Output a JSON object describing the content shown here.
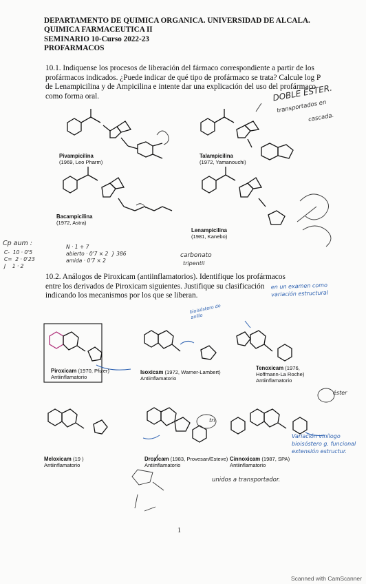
{
  "header": {
    "line1": "DEPARTAMENTO DE QUIMICA ORGANICA. UNIVERSIDAD DE ALCALA.",
    "line2": "QUIMICA FARMACEUTICA II",
    "line3": "SEMINARIO 10-Curso 2022-23",
    "line4": "PROFARMACOS"
  },
  "q1": {
    "text": "10.1. Indiquense los procesos de liberación del fármaco correspondiente a partir de los profármacos indicados. ¿Puede indicar de qué tipo de profármaco se trata? Calcule log P de Lenampicilina y de Ampicilina e intente dar una explicación del uso del profármaco como forma oral.",
    "compounds": [
      {
        "name": "Pivampicilina",
        "info": "(1969, Leo Pharm)"
      },
      {
        "name": "Talampicilina",
        "info": "(1972, Yamanouchi)"
      },
      {
        "name": "Bacampicilina",
        "info": "(1972, Astra)"
      },
      {
        "name": "Lenampicilina",
        "info": "(1981, Kanebo)"
      }
    ]
  },
  "q2": {
    "text": "10.2. Análogos de Piroxicam (antiinflamatorios). Identifique los profármacos entre los derivados de Piroxicam siguientes. Justifique su clasificación indicando los mecanismos por los que se liberan.",
    "compounds": [
      {
        "name": "Piroxicam",
        "info": "(1970, Pfizer)",
        "sub": "Antiinflamatorio"
      },
      {
        "name": "Isoxicam",
        "info": "(1972, Warner-Lambert)",
        "sub": "Antiinflamatorio"
      },
      {
        "name": "Tenoxicam",
        "info": "(1976,",
        "info2": "Hoffmann-La Roche)",
        "sub": "Antiinflamatorio"
      },
      {
        "name": "Meloxicam",
        "info": "(19 )",
        "sub": "Antiinflamatorio"
      },
      {
        "name": "Droxicam",
        "info": "(1983, Provesan/Esteve)",
        "sub": "Antiinflamatorio"
      },
      {
        "name": "Cinnoxicam",
        "info": "(1987, SPA)",
        "sub": "Antiinflamatorio"
      }
    ]
  },
  "handwriting": {
    "doble_ester": "DOBLE ÉSTER.",
    "transport1": "transportados en",
    "transport2": "cascada.",
    "cpa": "Cp aum :",
    "carbonato": "carbonato",
    "tripenil": "tripentil",
    "en_examen1": "en un examen como",
    "en_examen2": "variación estructural",
    "bioisostero": "bioisóstero de anillo",
    "variacion_vinilogo1": "Variación vinílogo",
    "variacion_vinilogo2": "bioisóstero g. funcional",
    "variacion_vinilogo3": "extensión estructur.",
    "unidos": "unidos a transportador.",
    "tri": "tri",
    "ester": "éster"
  },
  "page_number": "1",
  "footer": "Scanned with CamScanner"
}
